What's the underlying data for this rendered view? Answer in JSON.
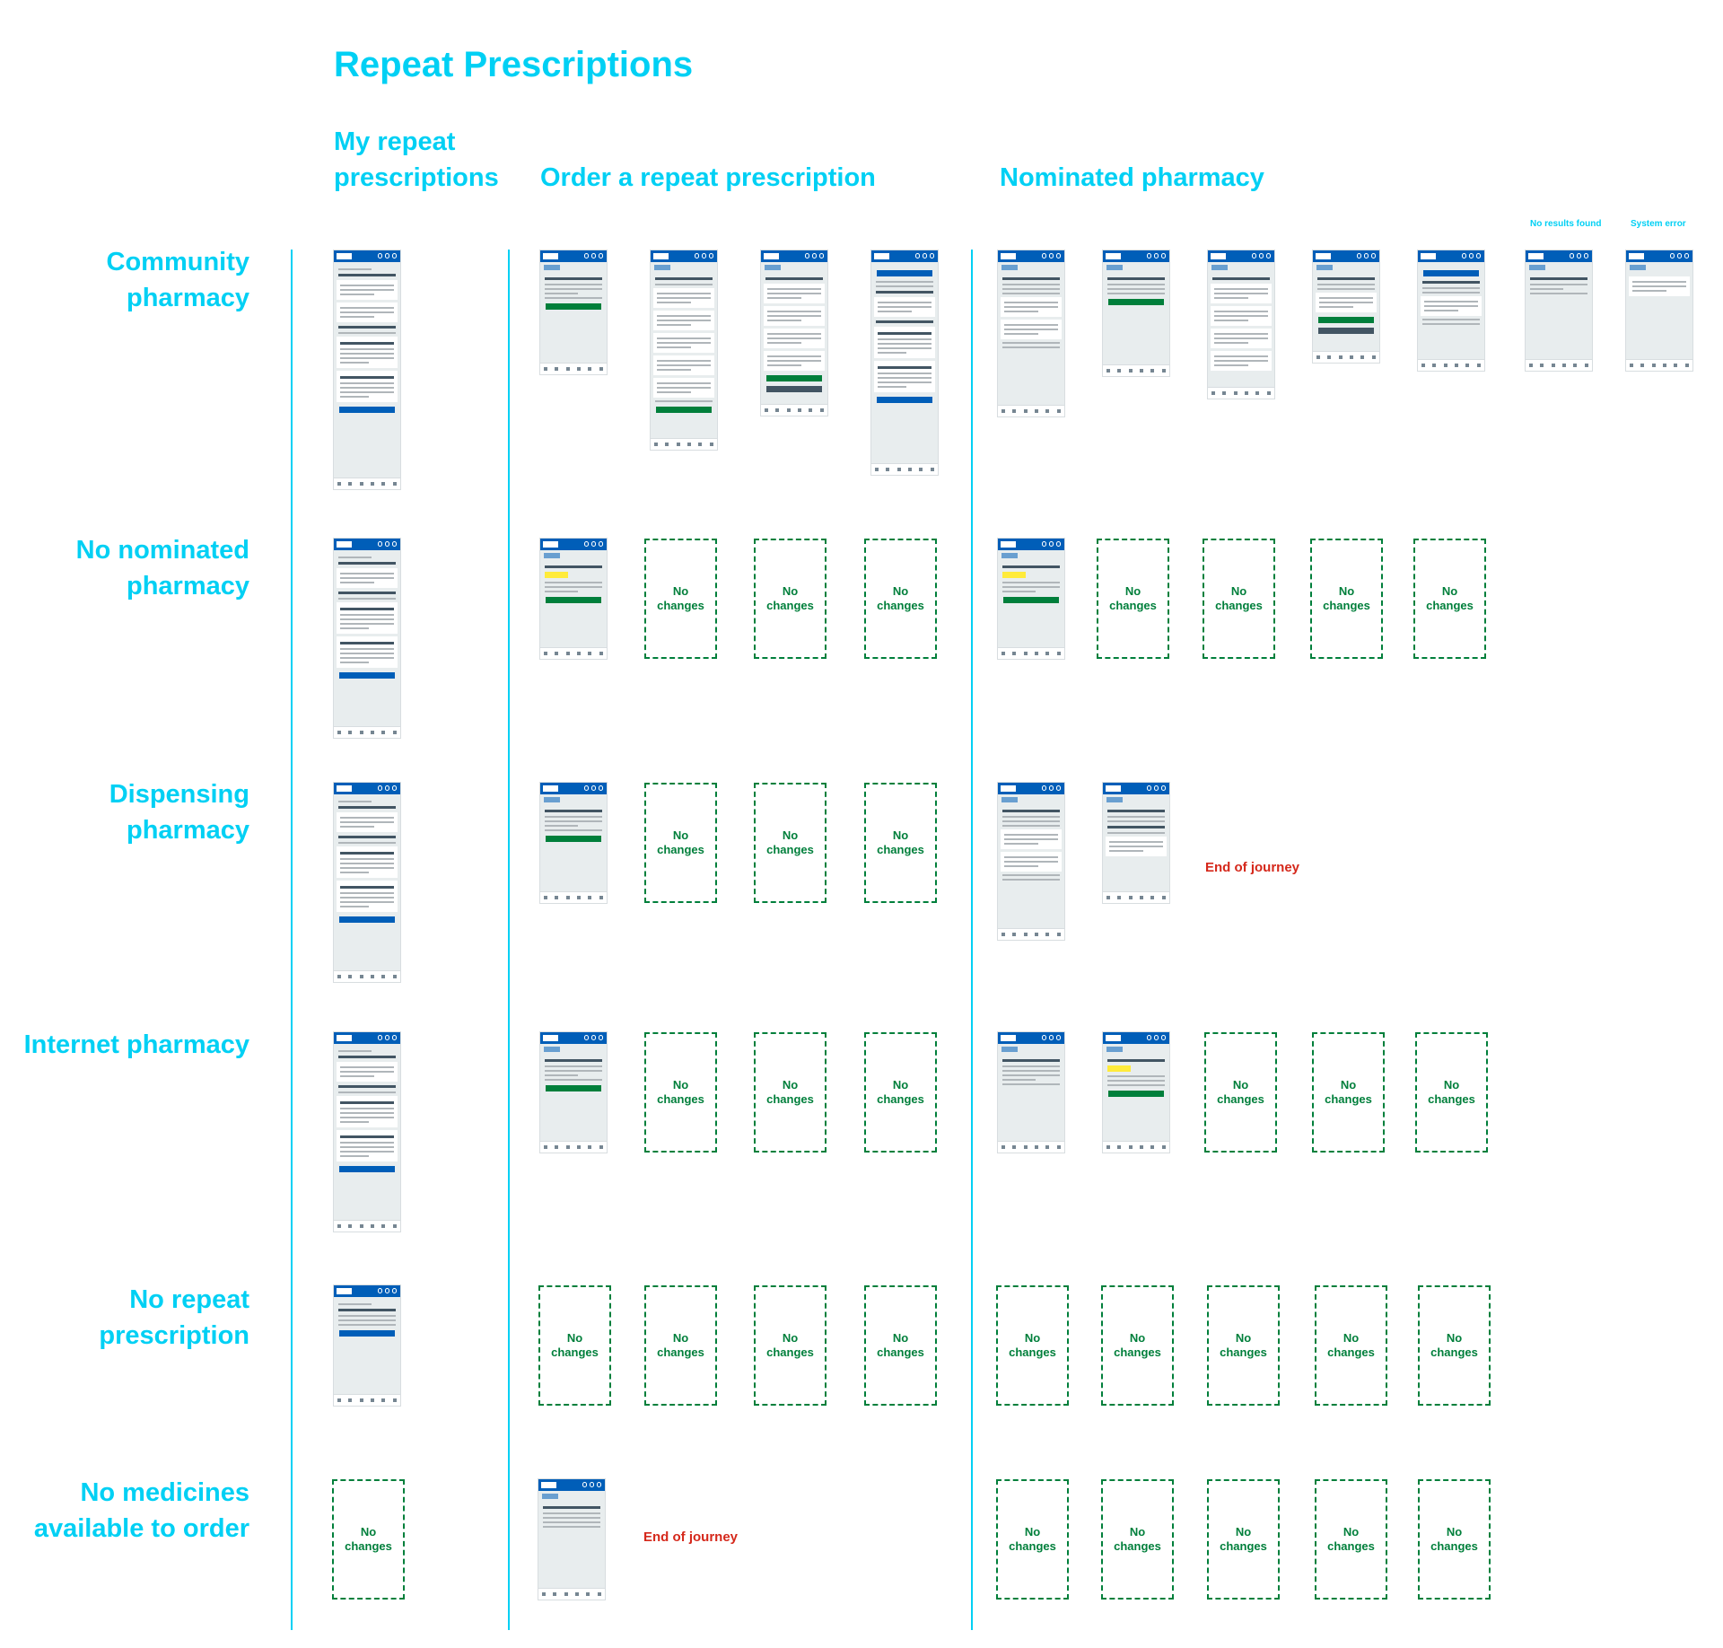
{
  "colors": {
    "accent": "#00d0f4",
    "green": "#007f3b",
    "red": "#d5281b",
    "nhs_blue": "#005eb8"
  },
  "title": "Repeat Prescriptions",
  "columns": {
    "my_repeat": "My repeat prescriptions",
    "order": "Order a repeat prescription",
    "nominated": "Nominated pharmacy"
  },
  "small_heads": {
    "no_results": "No results found",
    "system_error": "System error"
  },
  "rows": [
    {
      "label": "Community pharmacy"
    },
    {
      "label": "No nominated pharmacy"
    },
    {
      "label": "Dispensing pharmacy"
    },
    {
      "label": "Internet pharmacy"
    },
    {
      "label": "No repeat prescription"
    },
    {
      "label": "No medicines available to order"
    }
  ],
  "no_changes": "No changes",
  "end_of_journey": "End of journey"
}
